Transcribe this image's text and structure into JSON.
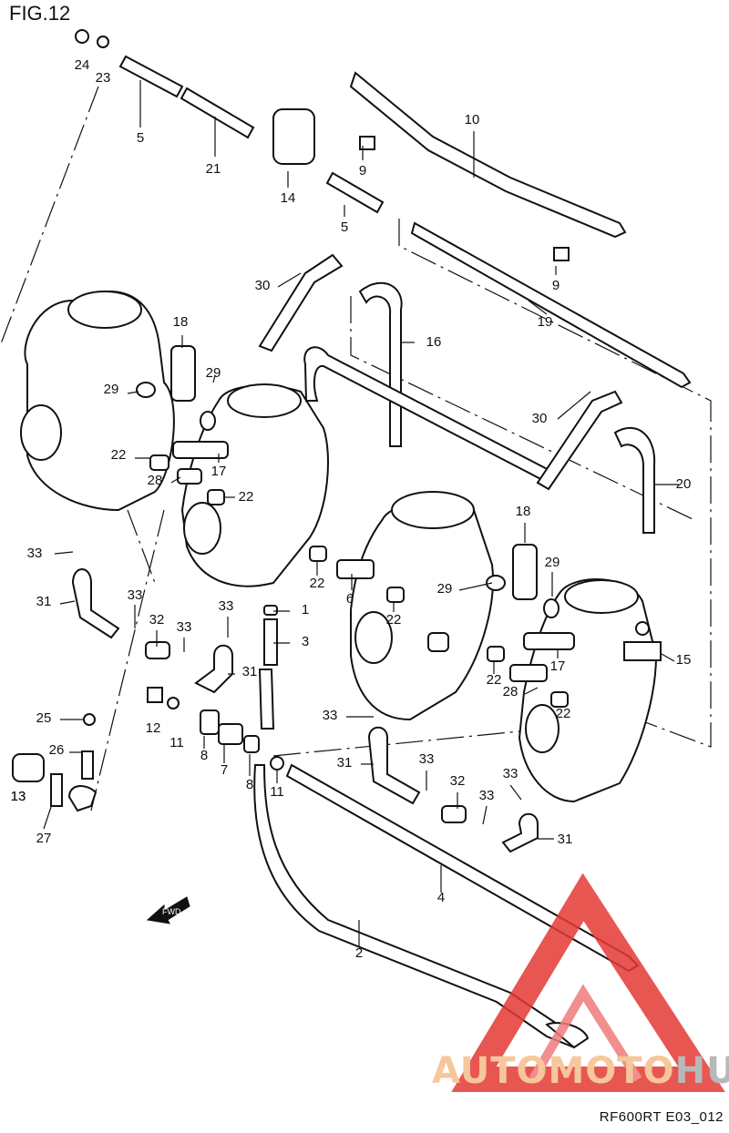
{
  "figure": {
    "title": "FIG.12",
    "code": "RF600RT E03_012",
    "fwd_label": "FWD"
  },
  "watermark": {
    "part1": "AUTO",
    "part2": "MOTO",
    "part3": "HUB",
    "colors": {
      "triangle": "#e53935",
      "text_light": "#f6c79a",
      "text_gray": "#b8b8b8"
    }
  },
  "callouts": [
    "24",
    "23",
    "5",
    "21",
    "14",
    "9",
    "10",
    "5",
    "9",
    "19",
    "30",
    "16",
    "18",
    "29",
    "29",
    "22",
    "17",
    "28",
    "22",
    "30",
    "20",
    "18",
    "29",
    "6",
    "22",
    "22",
    "29",
    "1",
    "3",
    "22",
    "17",
    "28",
    "22",
    "15",
    "13",
    "33",
    "31",
    "33",
    "32",
    "33",
    "33",
    "31",
    "25",
    "12",
    "11",
    "8",
    "7",
    "26",
    "8",
    "11",
    "13",
    "27",
    "33",
    "31",
    "33",
    "32",
    "33",
    "33",
    "31",
    "4",
    "2"
  ]
}
